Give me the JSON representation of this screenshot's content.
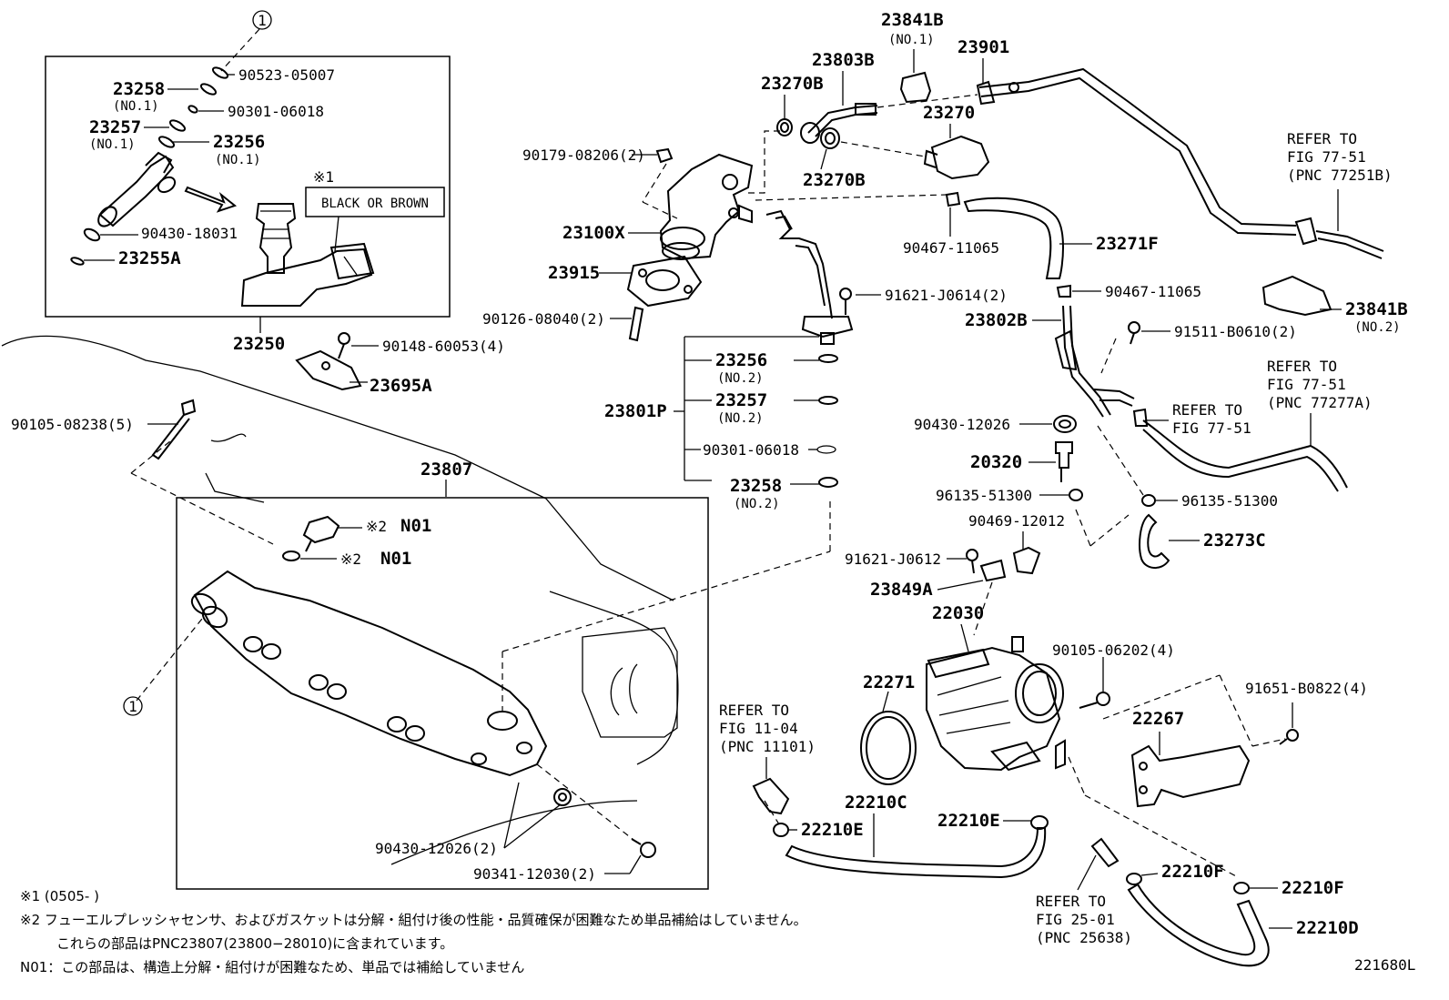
{
  "diagram_code": "221680L",
  "callout_circle": "1",
  "mark_1": "※1",
  "mark_2": "※2",
  "n01": "N01",
  "inset_label": "BLACK OR BROWN",
  "labels": {
    "p23841B_1": "23841B",
    "p23841B_1_sub": "(NO.1)",
    "p23901": "23901",
    "p23803B": "23803B",
    "p23270B_a": "23270B",
    "p23270": "23270",
    "p23270B_b": "23270B",
    "p90179": "90179-08206(2)",
    "p23100X": "23100X",
    "p23915": "23915",
    "p90126": "90126-08040(2)",
    "p90467_a": "90467-11065",
    "p23271F": "23271F",
    "p91621_a": "91621-J0614(2)",
    "p90467_b": "90467-11065",
    "p23802B": "23802B",
    "p91511": "91511-B0610(2)",
    "p23841B_2": "23841B",
    "p23841B_2_sub": "(NO.2)",
    "p90523": "90523-05007",
    "p23258_1": "23258",
    "p23258_1_sub": "(NO.1)",
    "p90301_a": "90301-06018",
    "p23257_1": "23257",
    "p23257_1_sub": "(NO.1)",
    "p23256_1": "23256",
    "p23256_1_sub": "(NO.1)",
    "p90430_18031": "90430-18031",
    "p23255A": "23255A",
    "p23250": "23250",
    "p90148": "90148-60053(4)",
    "p23695A": "23695A",
    "p90105_08238": "90105-08238(5)",
    "p23807": "23807",
    "p23256_2": "23256",
    "p23256_2_sub": "(NO.2)",
    "p23257_2": "23257",
    "p23257_2_sub": "(NO.2)",
    "p23801P": "23801P",
    "p90301_b": "90301-06018",
    "p23258_2": "23258",
    "p23258_2_sub": "(NO.2)",
    "p90430_12026_a": "90430-12026",
    "p20320": "20320",
    "p96135_a": "96135-51300",
    "p96135_b": "96135-51300",
    "p90469": "90469-12012",
    "p23273C": "23273C",
    "p91621_b": "91621-J0612",
    "p23849A": "23849A",
    "p22030": "22030",
    "p90105_06202": "90105-06202(4)",
    "p91651": "91651-B0822(4)",
    "p22271": "22271",
    "p22267": "22267",
    "p22210C": "22210C",
    "p22210E_a": "22210E",
    "p22210E_b": "22210E",
    "p22210F_a": "22210F",
    "p22210F_b": "22210F",
    "p22210D": "22210D",
    "p90430_12026_b": "90430-12026(2)",
    "p90341": "90341-12030(2)"
  },
  "refers": {
    "r1": [
      "REFER TO",
      "FIG 77-51",
      "(PNC 77251B)"
    ],
    "r2": [
      "REFER TO",
      "FIG 77-51",
      "(PNC 77277A)"
    ],
    "r3": [
      "REFER TO",
      "FIG 77-51"
    ],
    "r4": [
      "REFER TO",
      "FIG 11-04",
      "(PNC 11101)"
    ],
    "r5": [
      "REFER TO",
      "FIG 25-01",
      "(PNC 25638)"
    ]
  },
  "notes": {
    "n1": "※1 (0505-        )",
    "n2a": "※2  フューエルプレッシャセンサ、およびガスケットは分解・組付け後の性能・品質確保が困難なため単品補給はしていません。",
    "n2b": "これらの部品はPNC23807(23800−28010)に含まれています。",
    "n3": "N01：この部品は、構造上分解・組付けが困難なため、単品では補給していません"
  }
}
